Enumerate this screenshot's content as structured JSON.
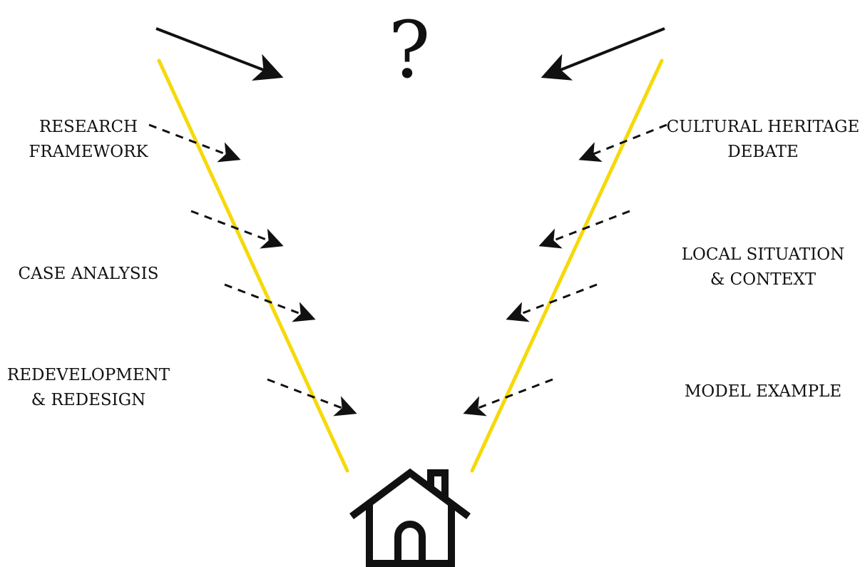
{
  "colors": {
    "funnel_line": "#F5D90A",
    "ink": "#111111",
    "background": "#FFFFFF"
  },
  "question_mark": "?",
  "left_labels": {
    "research_framework": [
      "RESEARCH",
      "FRAMEWORK"
    ],
    "case_analysis": [
      "CASE ANALYSIS"
    ],
    "redevelopment_redesign": [
      "REDEVELOPMENT",
      "& REDESIGN"
    ]
  },
  "right_labels": {
    "cultural_heritage_debate": [
      "CULTURAL HERITAGE",
      "DEBATE"
    ],
    "local_situation_context": [
      "LOCAL SITUATION",
      "& CONTEXT"
    ],
    "model_example": [
      "MODEL EXAMPLE"
    ]
  },
  "icons": {
    "top_left_arrow": "arrow-right-down-icon",
    "top_right_arrow": "arrow-left-down-icon",
    "house": "house-icon"
  }
}
